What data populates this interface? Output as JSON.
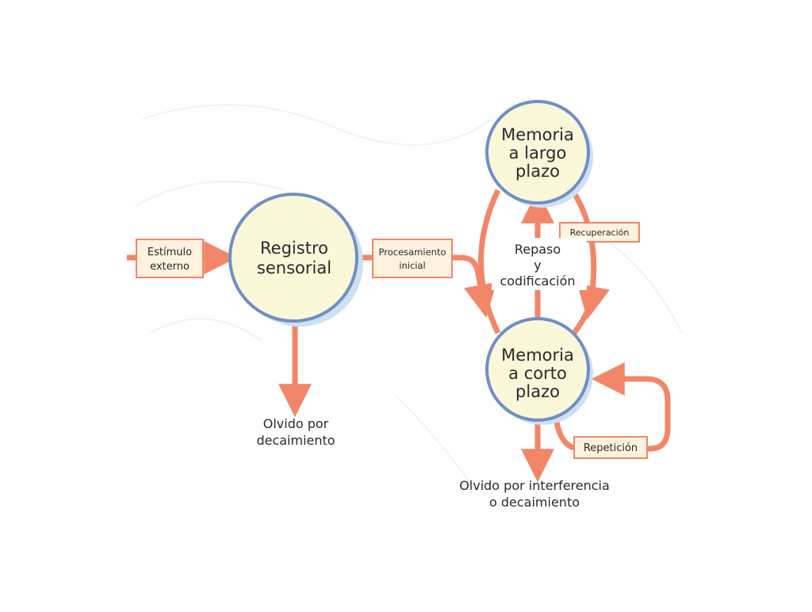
{
  "nodes": {
    "sensory": {
      "line1": "Registro",
      "line2": "sensorial"
    },
    "longterm": {
      "line1": "Memoria",
      "line2": "a largo",
      "line3": "plazo"
    },
    "shortterm": {
      "line1": "Memoria",
      "line2": "a corto",
      "line3": "plazo"
    }
  },
  "labels": {
    "stimulus": {
      "line1": "Estímulo",
      "line2": "externo"
    },
    "processing": {
      "line1": "Procesamiento",
      "line2": "inicial"
    },
    "retrieval": "Recuperación",
    "rehearsal": {
      "line1": "Repaso",
      "line2": "y",
      "line3": "codificación"
    },
    "repetition": "Repetición",
    "forget_decay": {
      "line1": "Olvido por",
      "line2": "decaimiento"
    },
    "forget_interference": {
      "line1": "Olvido por interferencia",
      "line2": "o decaimiento"
    }
  },
  "colors": {
    "arrow": "#f28669",
    "node_fill": "#fbf7d9",
    "node_stroke": "#6f8fc6",
    "node_shadow": "#cfe0f0",
    "box_fill": "#fff2df",
    "box_stroke": "#f28669",
    "text": "#2a2a2a"
  }
}
